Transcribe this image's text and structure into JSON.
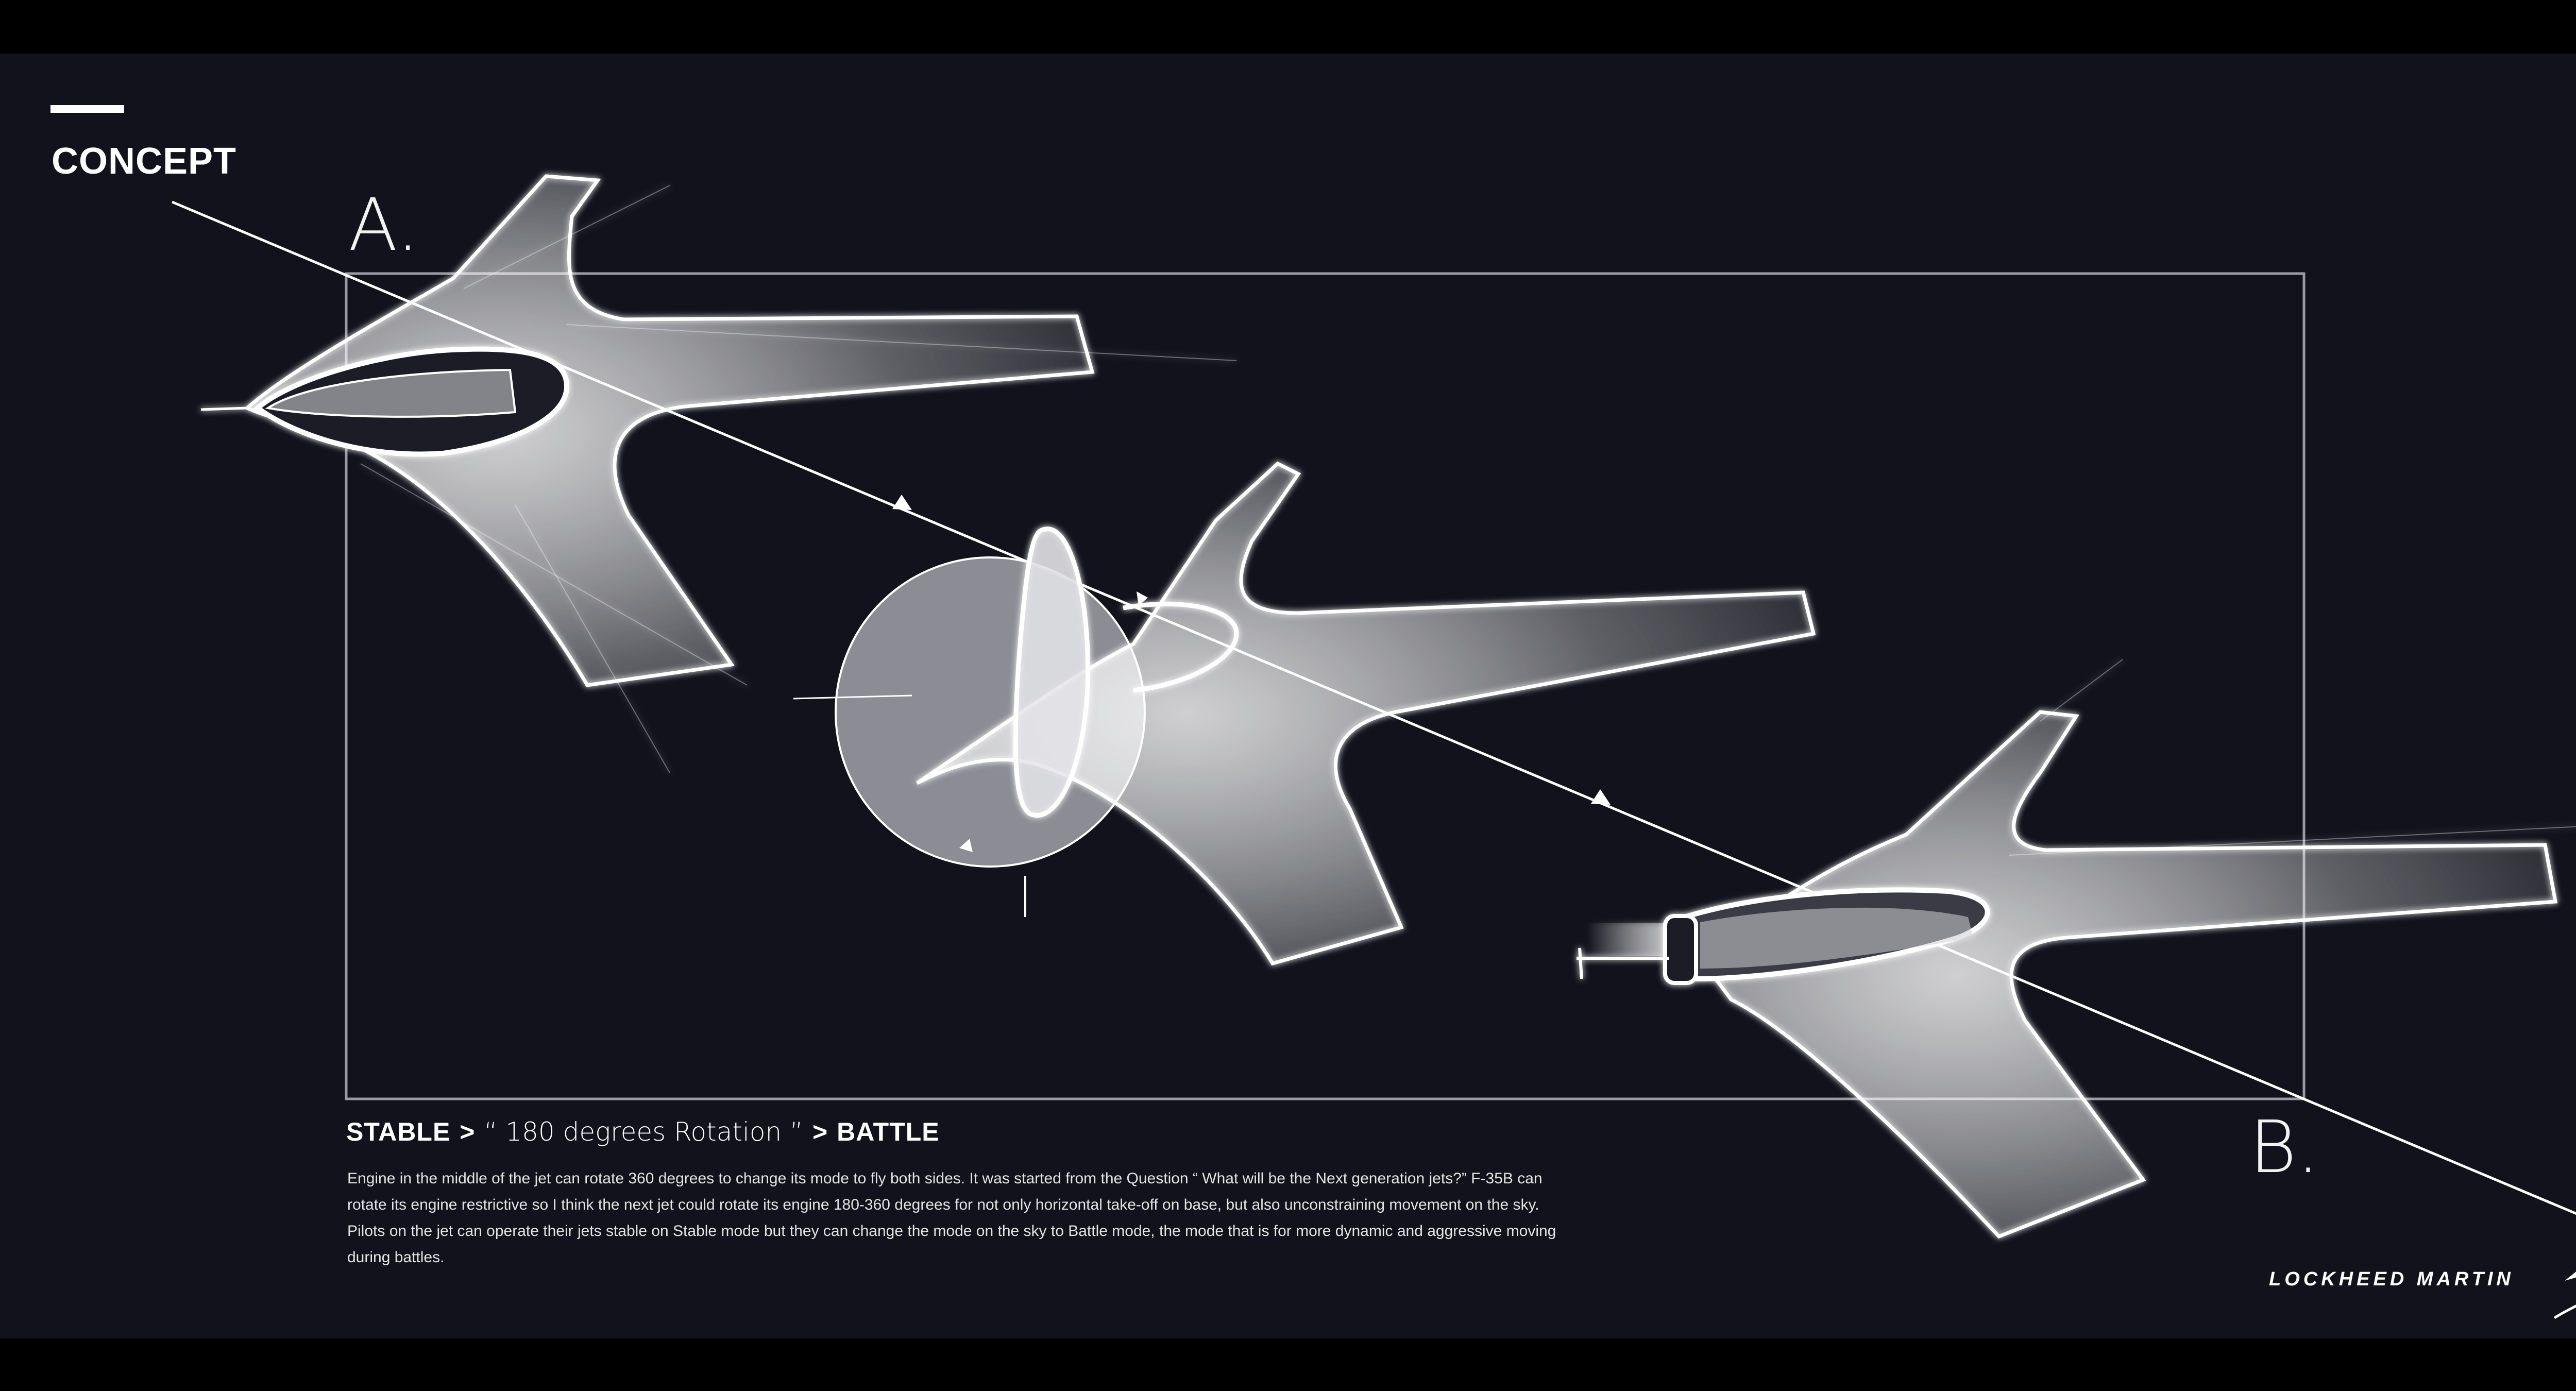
{
  "section": {
    "title": "CONCEPT"
  },
  "labels": {
    "a": "A.",
    "b": "B."
  },
  "mode_line": {
    "stable": "STABLE",
    "sep1": ">",
    "rotation": "“ 180 degrees Rotation ”",
    "sep2": ">",
    "battle": "BATTLE"
  },
  "description": "Engine in the middle of the jet can rotate 360 degrees to change its mode to fly both sides. It was started from the Question “ What will be the Next generation jets?” F-35B can rotate its engine restrictive so I think the next jet could rotate its engine 180-360 degrees for not only horizontal take-off on base, but also unconstraining movement on the sky. Pilots on the jet can operate their jets stable on Stable mode but they can change the mode on the sky to Battle mode, the mode that is for more dynamic and aggressive moving during battles.",
  "brand": {
    "name": "LOCKHEED MARTIN",
    "logo_icon": "lockheed-star-icon"
  },
  "colors": {
    "background": "#11121b",
    "letterbox": "#000000",
    "sketch": "#ffffff",
    "frame": "#9a9aa2"
  }
}
